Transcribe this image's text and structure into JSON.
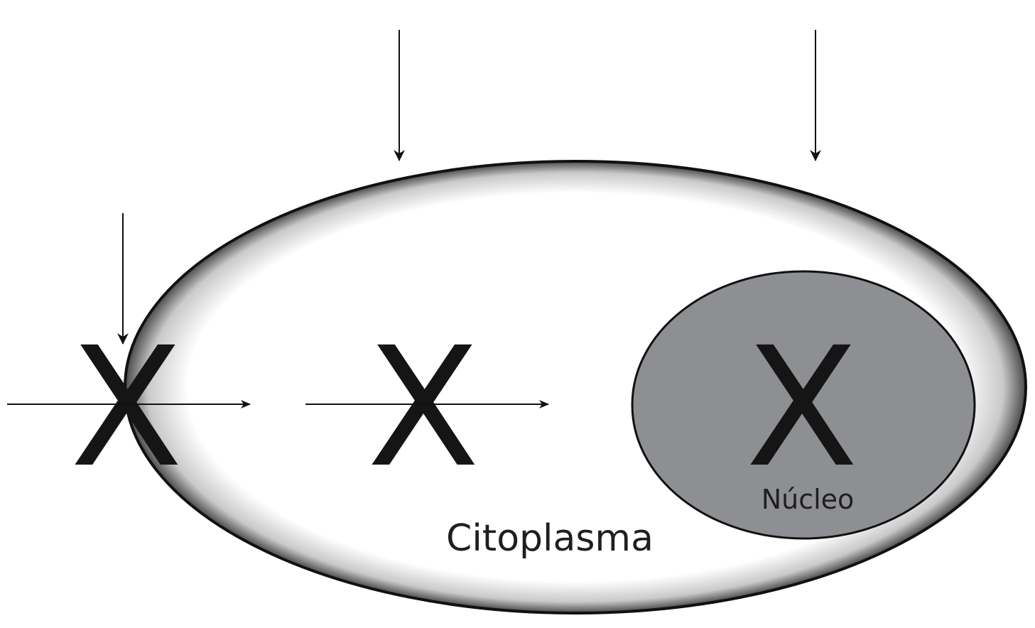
{
  "diagram": {
    "labels": {
      "cytoplasm": "Citoplasma",
      "nucleus": "Núcleo"
    },
    "molecules": {
      "outside": "X",
      "cytoplasm": "X",
      "nucleus": "X"
    },
    "colors": {
      "background": "#ffffff",
      "cell_outline": "#111111",
      "nucleus_fill": "#8e8f92",
      "arrow": "#111111"
    }
  }
}
